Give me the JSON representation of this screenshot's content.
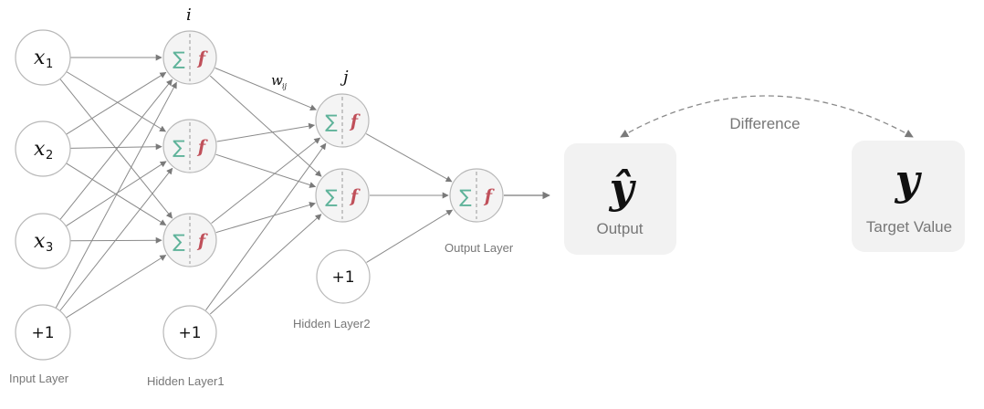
{
  "input_layer": {
    "label": "Input Layer",
    "nodes": [
      {
        "base": "x",
        "sub": "1"
      },
      {
        "base": "x",
        "sub": "2"
      },
      {
        "base": "x",
        "sub": "3"
      },
      {
        "bias": "+1"
      }
    ]
  },
  "hidden_layer1": {
    "label": "Hidden Layer1",
    "index_label": "i",
    "sum_symbol": "∑",
    "activation_symbol": "f",
    "bias": "+1"
  },
  "weight_label": {
    "base": "w",
    "sub": "ij"
  },
  "hidden_layer2": {
    "label": "Hidden Layer2",
    "index_label": "j",
    "bias": "+1"
  },
  "output_layer": {
    "label": "Output Layer"
  },
  "output_card": {
    "symbol": "ŷ",
    "label": "Output"
  },
  "target_card": {
    "symbol": "y",
    "label": "Target Value"
  },
  "difference_label": "Difference",
  "colors": {
    "edge": "#8a8a8a",
    "node_border": "#b8b8b8",
    "sum": "#5fb39a",
    "activation": "#c0505a",
    "card_bg": "#f2f2f2"
  }
}
